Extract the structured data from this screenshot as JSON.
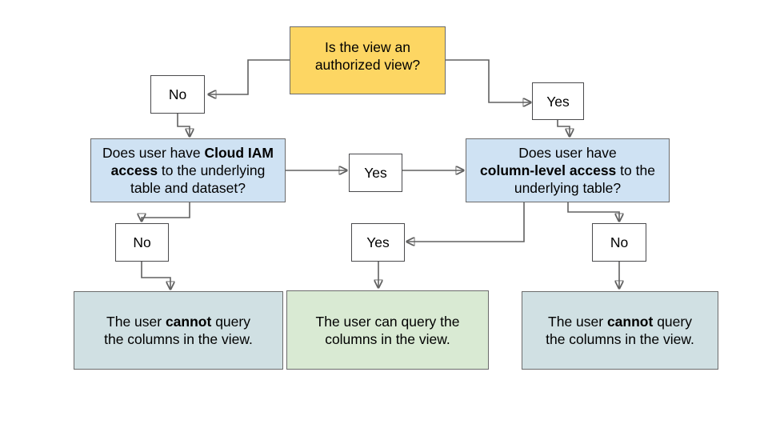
{
  "colors": {
    "background": "#ffffff",
    "yellow": "#fdd663",
    "blue": "#cfe2f3",
    "cyan": "#d0e0e3",
    "green": "#d9ead3",
    "line": "#616161",
    "box-border": "#6b6b6b",
    "white-box-border": "#4a4a4d",
    "text": "#000000"
  },
  "nodes": {
    "root": {
      "line1": "Is the view an",
      "line2": "authorized view?"
    },
    "no_top": {
      "label": "No"
    },
    "yes_top": {
      "label": "Yes"
    },
    "iam": {
      "l1a": "Does user have ",
      "l1b": "Cloud IAM",
      "l2a": "access",
      "l2b": " to the underlying",
      "l3": "table and dataset?"
    },
    "yes_mid": {
      "label": "Yes"
    },
    "col": {
      "l1": "Does user have",
      "l2a": "column-level access",
      "l2b": " to the",
      "l3": "underlying table?"
    },
    "no_left": {
      "label": "No"
    },
    "yes_bottom": {
      "label": "Yes"
    },
    "no_right": {
      "label": "No"
    },
    "result_left": {
      "l1a": "The user ",
      "l1b": "cannot",
      "l1c": " query",
      "l2": "the columns in the view."
    },
    "result_mid": {
      "l1": "The user can query the",
      "l2": "columns in the view."
    },
    "result_right": {
      "l1a": "The user ",
      "l1b": "cannot",
      "l1c": " query",
      "l2": "the columns in the view."
    }
  }
}
